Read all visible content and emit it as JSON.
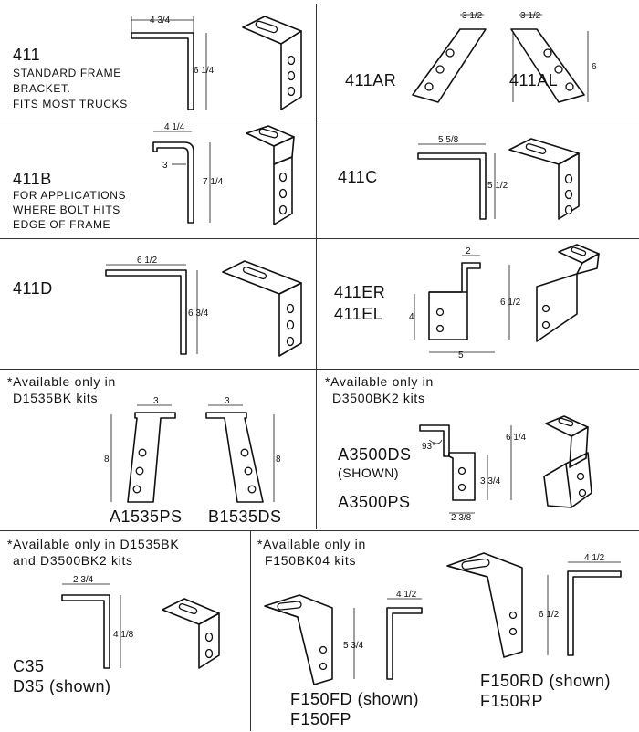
{
  "cells": {
    "c411": {
      "code": "411",
      "lines": [
        "Standard frame",
        "bracket.",
        "Fits most trucks"
      ],
      "dims": {
        "w": "4 3/4",
        "h": "6 1/4"
      }
    },
    "c411ar": {
      "code_r": "411AR",
      "code_l": "411AL",
      "dim_r": "3 1/2",
      "dim_l": "3 1/2",
      "dim_h": "6"
    },
    "c411b": {
      "code": "411B",
      "lines": [
        "For applications",
        "where bolt hits",
        "edge of frame"
      ],
      "dims": {
        "w": "4 1/4",
        "inner": "3",
        "h": "7 1/4"
      }
    },
    "c411c": {
      "code": "411C",
      "dims": {
        "w": "5 5/8",
        "h": "5 1/2"
      }
    },
    "c411d": {
      "code": "411D",
      "dims": {
        "w": "6 1/2",
        "h": "6 3/4"
      }
    },
    "c411er": {
      "code_r": "411ER",
      "code_l": "411EL",
      "dims": {
        "top": "2",
        "h": "6 1/2",
        "left": "4",
        "bottom": "5"
      }
    },
    "ca1535": {
      "note_1": "*Available only in",
      "note_2": "D1535BK kits",
      "code_a": "A1535PS",
      "code_b": "B1535DS",
      "dims": {
        "w": "3",
        "h": "8"
      }
    },
    "ca3500": {
      "note_1": "*Available only in",
      "note_2": "D3500BK2 kits",
      "code_a": "A3500DS",
      "shown": "(shown)",
      "code_b": "A3500PS",
      "dims": {
        "angle": "93°",
        "h": "6 1/4",
        "inner": "3 3/4",
        "w": "2 3/8"
      }
    },
    "cc35": {
      "note_1": "*Available only in D1535BK",
      "note_2": "and D3500BK2 kits",
      "code_a": "C35",
      "code_b": "D35 (shown)",
      "dims": {
        "w": "2 3/4",
        "h": "4 1/8"
      }
    },
    "cf150": {
      "note_1": "*Available only in",
      "note_2": "F150BK04 kits",
      "fd_a": "F150FD (shown)",
      "fd_b": "F150FP",
      "fr_a": "F150RD (shown)",
      "fr_b": "F150RP",
      "dims_fd": {
        "w": "4 1/2",
        "h": "5 3/4"
      },
      "dims_fr": {
        "w": "4 1/2",
        "h": "6 1/2"
      }
    }
  }
}
